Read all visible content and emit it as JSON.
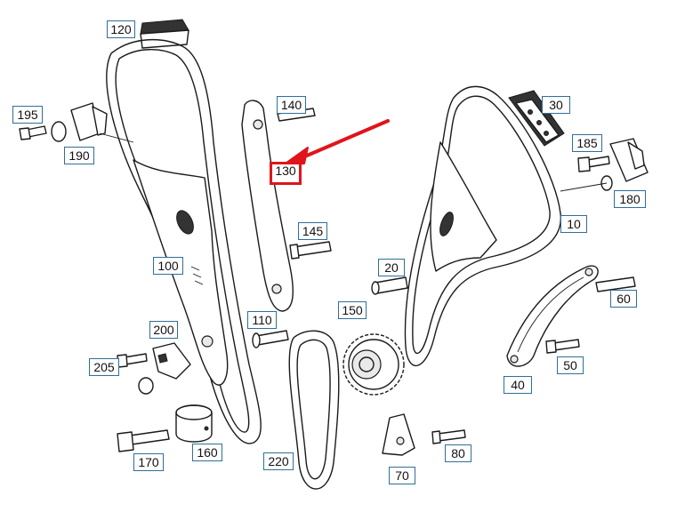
{
  "diagram": {
    "labels": {
      "l10": "10",
      "l20": "20",
      "l30": "30",
      "l40": "40",
      "l50": "50",
      "l60": "60",
      "l70": "70",
      "l80": "80",
      "l100": "100",
      "l110": "110",
      "l120": "120",
      "l130": "130",
      "l140": "140",
      "l145": "145",
      "l150": "150",
      "l160": "160",
      "l170": "170",
      "l180": "180",
      "l185": "185",
      "l190": "190",
      "l195": "195",
      "l200": "200",
      "l205": "205",
      "l220": "220"
    },
    "highlighted_part": "130",
    "colors": {
      "highlight": "#e0141c",
      "label_border": "#2f6f99",
      "line": "#1a1a1a"
    }
  }
}
